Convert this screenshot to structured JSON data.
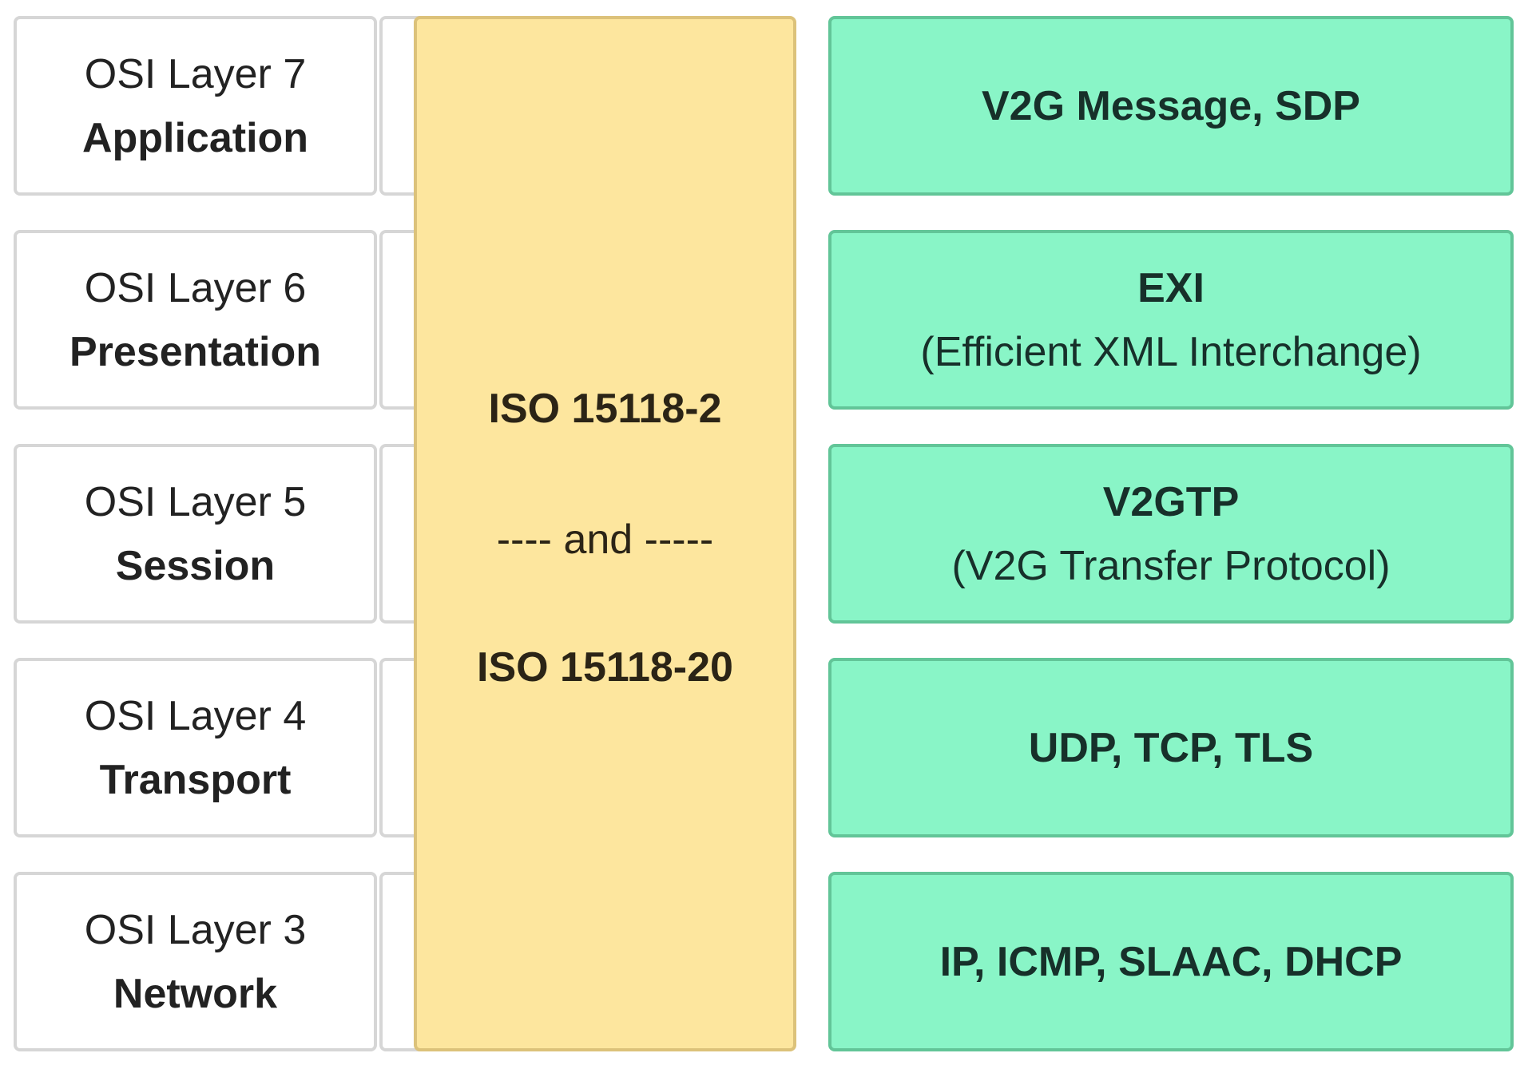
{
  "osi_layers": [
    {
      "layer": "OSI Layer 7",
      "name": "Application"
    },
    {
      "layer": "OSI Layer 6",
      "name": "Presentation"
    },
    {
      "layer": "OSI Layer 5",
      "name": "Session"
    },
    {
      "layer": "OSI Layer 4",
      "name": "Transport"
    },
    {
      "layer": "OSI Layer 3",
      "name": "Network"
    }
  ],
  "standards": {
    "first": "ISO 15118-2",
    "separator": "---- and -----",
    "second": "ISO 15118-20"
  },
  "protocols": [
    {
      "main": "V2G Message, SDP",
      "sub": ""
    },
    {
      "main": "EXI",
      "sub": "(Efficient XML Interchange)"
    },
    {
      "main": "V2GTP",
      "sub": "(V2G Transfer Protocol)"
    },
    {
      "main": "UDP, TCP, TLS",
      "sub": ""
    },
    {
      "main": "IP, ICMP, SLAAC, DHCP",
      "sub": ""
    }
  ],
  "colors": {
    "osi_border": "#d6d6d6",
    "iso_fill": "#fde69e",
    "iso_border": "#dcc27a",
    "protocol_fill": "#89f5c7",
    "protocol_border": "#62c598"
  }
}
